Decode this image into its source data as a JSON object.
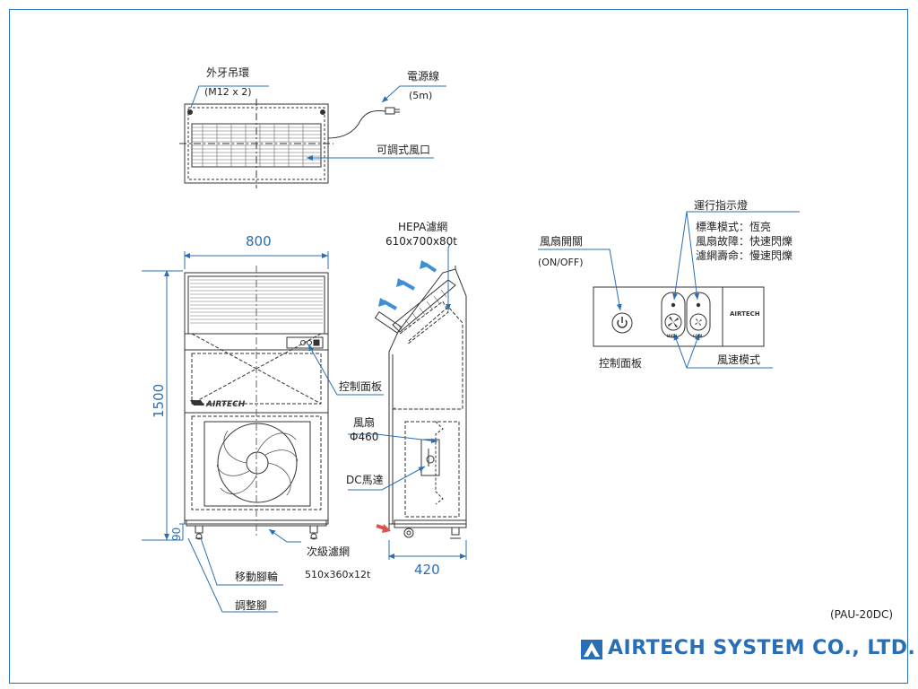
{
  "labels": {
    "hook": "外牙吊環",
    "hook_spec": "(M12 x 2)",
    "power_cord": "電源線",
    "power_cord_len": "(5m)",
    "adjustable_vent": "可調式風口",
    "hepa": "HEPA濾網",
    "hepa_spec": "610x700x80t",
    "control_panel_side": "控制面板",
    "fan": "風扇",
    "fan_spec": "Φ460",
    "dc_motor": "DC馬達",
    "secondary_filter": "次級濾網",
    "secondary_filter_spec": "510x360x12t",
    "casters": "移動腳輪",
    "adjust_feet": "調整腳",
    "fan_switch": "風扇開關",
    "fan_switch_state": "(ON/OFF)",
    "run_indicator": "運行指示燈",
    "standard_mode": "標準模式：恆亮",
    "fan_fault": "風扇故障：快速閃爍",
    "filter_life": "濾網壽命：慢速閃爍",
    "control_panel": "控制面板",
    "speed_mode": "風速模式",
    "model": "(PAU-20DC)",
    "company": "AIRTECH SYSTEM CO., LTD.",
    "unit_logo": "AIRTECH",
    "panel_logo": "AIRTECH",
    "btn_high": "HIGH",
    "btn_low": "LOW"
  },
  "dimensions": {
    "width": "800",
    "height": "1500",
    "foot": "90",
    "depth": "420"
  },
  "colors": {
    "accent": "#2a6fb6",
    "line": "#333333",
    "arrow_blue": "#3d8fd6",
    "arrow_red": "#d9534f"
  }
}
